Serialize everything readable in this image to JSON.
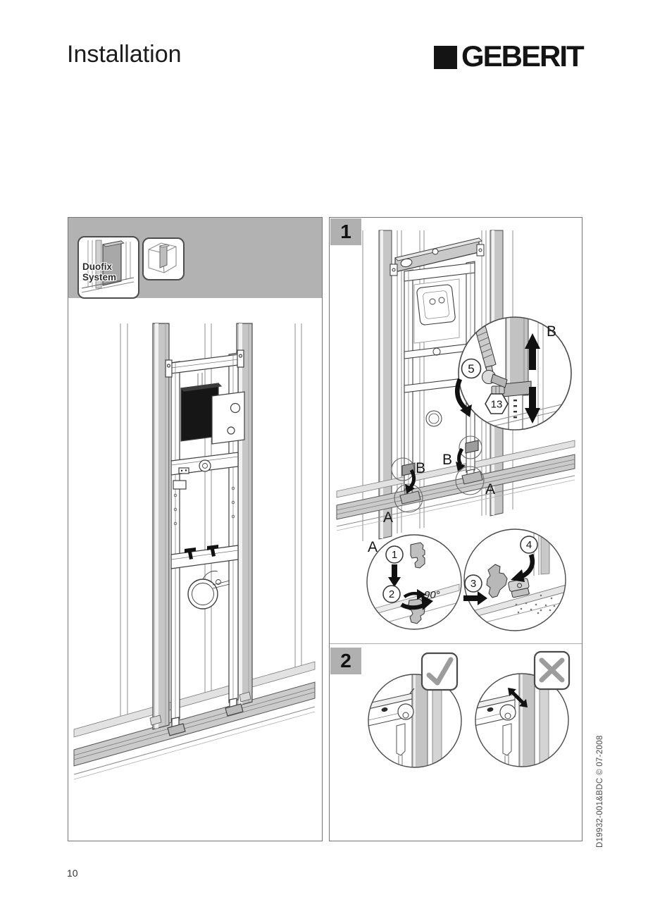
{
  "header": {
    "title": "Installation",
    "brand": "GEBERIT"
  },
  "banner": {
    "system_line1": "Duofix",
    "system_line2": "System"
  },
  "step1": {
    "number": "1",
    "detail_b": "B",
    "foot_b_left": "B",
    "foot_a_left": "A",
    "foot_b_right": "B",
    "foot_a_right": "A",
    "detail_a": "A",
    "callout_5": "5",
    "socket_13": "13",
    "sub_1": "1",
    "sub_2": "2",
    "sub_3": "3",
    "sub_4": "4",
    "angle": "90°"
  },
  "step2": {
    "number": "2",
    "correct_icon": "checkmark",
    "incorrect_icon": "cross-mark"
  },
  "footer": {
    "page_number": "10",
    "doc_code": "D19932-001&BDC © 07-2008"
  },
  "colors": {
    "panel_band": "#b2b2b2",
    "stud_gray": "#c6c6c6",
    "line_dark": "#4a4a4a"
  }
}
